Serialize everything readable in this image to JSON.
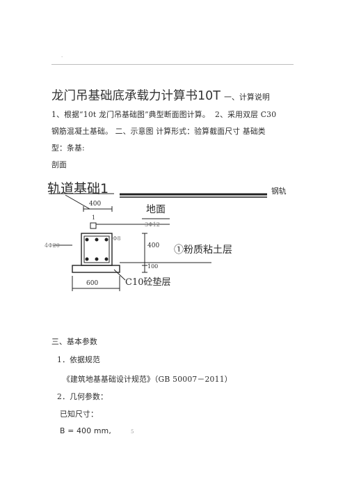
{
  "header": {
    "dot": "."
  },
  "intro": {
    "title": "龙门吊基础底承载力计算书",
    "title_code": "10T",
    "sec1": "一、计算说明",
    "l2_a": "1、根据“10t 龙门吊基础图”典型断面图计算。",
    "l2_b": "2、采用双层 C30",
    "l3": "钢筋混凝土基础。 二、示意图    计算形式：验算截面尺寸  基础类",
    "l4": "型：条基:",
    "l5": "剖面"
  },
  "drawing": {
    "title": "轨道基础1",
    "rail": "钢轨",
    "ground": "地面",
    "soil": "①粉质粘土层",
    "cushion": "C10砼垫层",
    "dim_top": "400",
    "dim_bottom": "600",
    "dim_right": "400",
    "dim_right2": "100",
    "rebar_left": "4Φ20",
    "rebar_top": "3Φ12",
    "stirrup": "Φ8",
    "marker": "1"
  },
  "params": {
    "heading": "三、基本参数",
    "item1": "1．依据规范",
    "code": "《建筑地基基础设计规范》（GB 50007－2011）",
    "item2": "2．几何参数：",
    "known": "已知尺寸：",
    "b_value": "B = 400 mm,",
    "footnote": "5"
  },
  "colors": {
    "ink": "#2b2b2b",
    "rule": "#bdbdbd"
  }
}
